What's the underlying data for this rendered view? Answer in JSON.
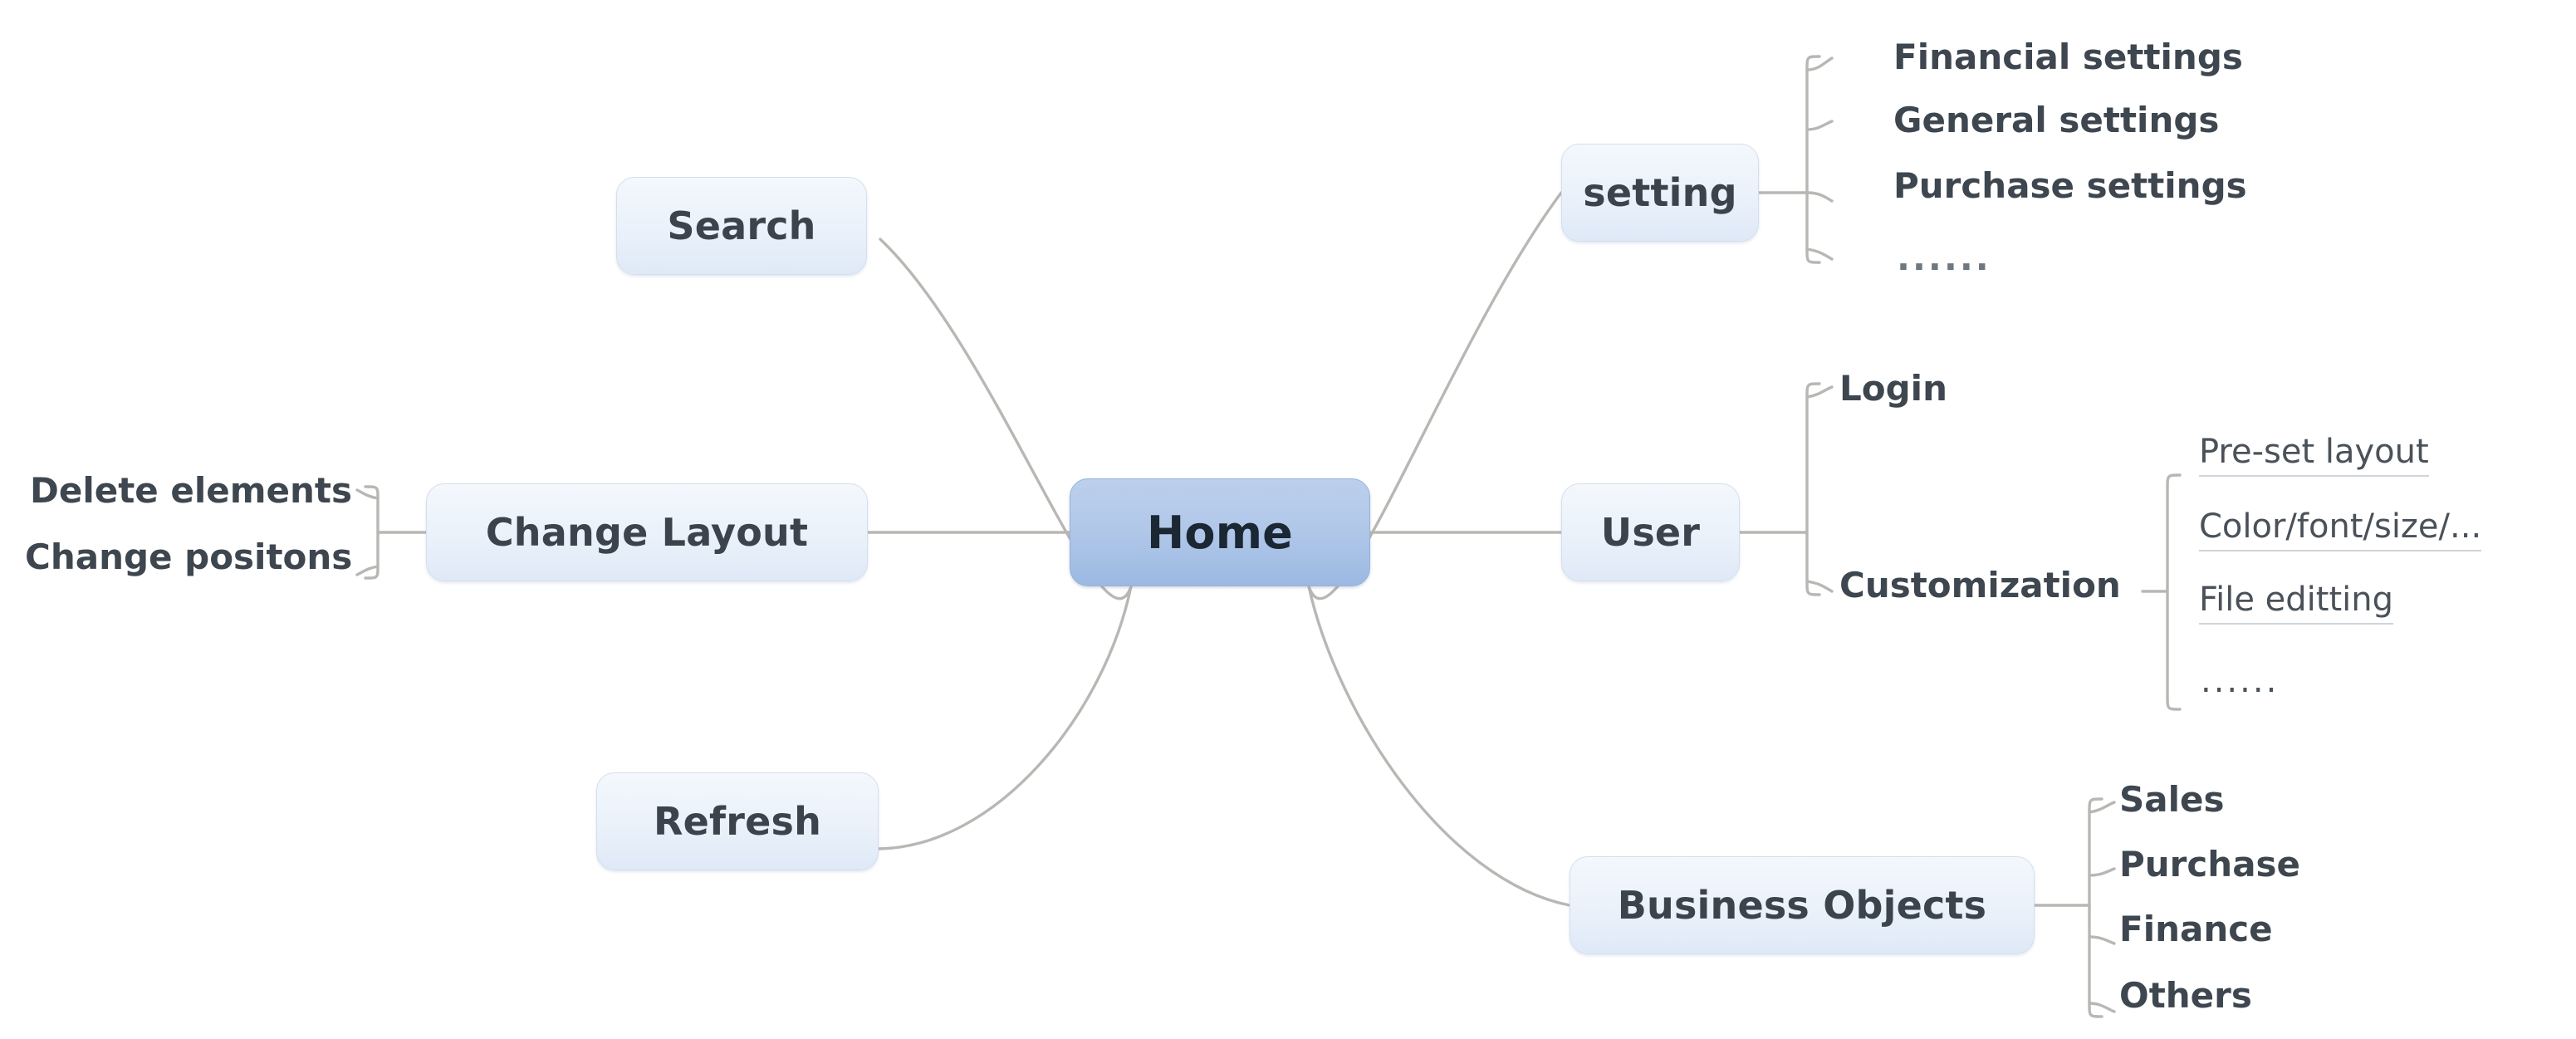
{
  "diagram": {
    "type": "mind-map",
    "title": "Home mind map",
    "background_color": "#ffffff",
    "root_fill": "#b2c8e9",
    "branch_fill": "#eaf1fa",
    "edge_color": "#b9b7b3",
    "text_color": "#3b434c"
  },
  "root": {
    "label": "Home"
  },
  "branches": {
    "search": {
      "label": "Search"
    },
    "change_layout": {
      "label": "Change Layout",
      "children": [
        {
          "label": "Delete elements"
        },
        {
          "label": "Change positons"
        }
      ]
    },
    "refresh": {
      "label": "Refresh"
    },
    "setting": {
      "label": "setting",
      "children": [
        {
          "label": "Financial settings"
        },
        {
          "label": "General settings"
        },
        {
          "label": "Purchase settings"
        },
        {
          "label": "......"
        }
      ]
    },
    "user": {
      "label": "User",
      "children": [
        {
          "label": "Login"
        },
        {
          "label": "Customization",
          "children": [
            {
              "label": "Pre-set layout"
            },
            {
              "label": "Color/font/size/..."
            },
            {
              "label": "File editting"
            },
            {
              "label": "......"
            }
          ]
        }
      ]
    },
    "business_objects": {
      "label": "Business Objects",
      "children": [
        {
          "label": "Sales"
        },
        {
          "label": "Purchase"
        },
        {
          "label": "Finance"
        },
        {
          "label": "Others"
        }
      ]
    }
  }
}
